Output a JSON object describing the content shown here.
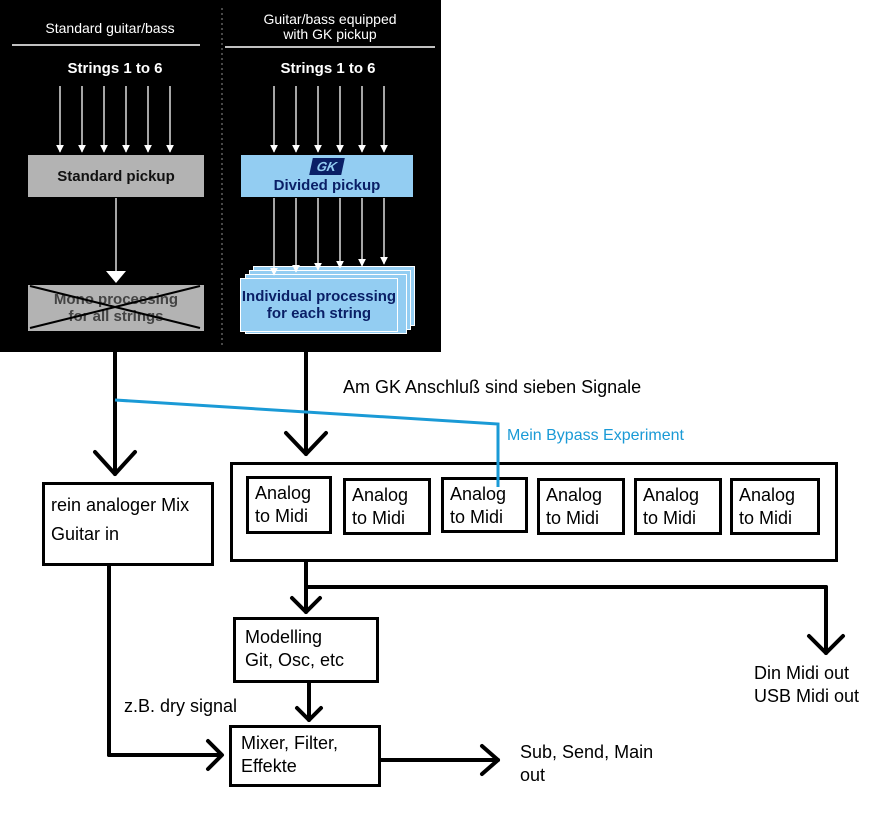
{
  "top_panel": {
    "left_header": "Standard guitar/bass",
    "right_header_line1": "Guitar/bass equipped",
    "right_header_line2": "with GK pickup",
    "left_strings": "Strings 1 to 6",
    "right_strings": "Strings 1 to 6",
    "standard_pickup": "Standard pickup",
    "gk_logo": "GK",
    "divided_pickup": "Divided pickup",
    "mono_line1": "Mono processing",
    "mono_line2": "for all strings",
    "individual_line1": "Individual processing",
    "individual_line2": "for each string"
  },
  "labels": {
    "gk_signals": "Am GK Anschluß sind sieben Signale",
    "bypass": "Mein Bypass Experiment",
    "dry_signal": "z.B. dry signal",
    "midi_out_line1": "Din Midi out",
    "midi_out_line2": "USB Midi out",
    "out_line1": "Sub, Send, Main",
    "out_line2": "out"
  },
  "boxes": {
    "analog_mix_line1": "rein analoger Mix",
    "analog_mix_line2": "Guitar in",
    "modelling_line1": "Modelling",
    "modelling_line2": "Git, Osc, etc",
    "mixer_line1": "Mixer, Filter,",
    "mixer_line2": "Effekte"
  },
  "converters": [
    {
      "line1": "Analog",
      "line2": "to Midi"
    },
    {
      "line1": "Analog",
      "line2": "to Midi"
    },
    {
      "line1": "Analog",
      "line2": "to Midi"
    },
    {
      "line1": "Analog",
      "line2": "to Midi"
    },
    {
      "line1": "Analog",
      "line2": "to Midi"
    },
    {
      "line1": "Analog",
      "line2": "to Midi"
    }
  ],
  "colors": {
    "bypass_line": "#1a9ad6",
    "gk_blue_box": "#93cdf2",
    "gray_box": "#b3b3b3"
  }
}
